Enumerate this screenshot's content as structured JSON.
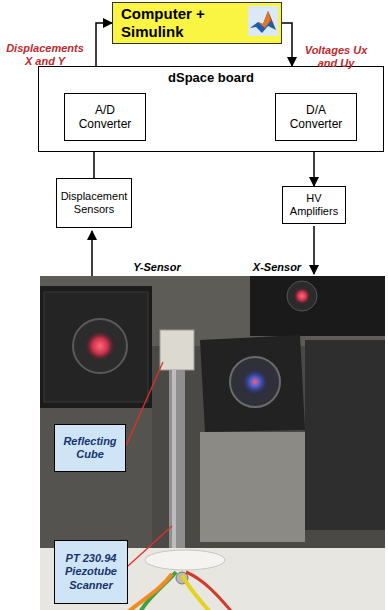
{
  "diagram": {
    "nodes": [
      {
        "text": [
          "Computer + Simulink"
        ]
      },
      {
        "text": [
          "dSpace board"
        ]
      },
      {
        "text": [
          "A/D Converter"
        ],
        "in": 1
      },
      {
        "text": [
          "D/A Converter"
        ],
        "in": 1
      },
      {
        "text": [
          "Displacement Sensors"
        ]
      },
      {
        "text": [
          "HV Amplifiers"
        ]
      },
      {
        "text": [
          "Reflecting Cube"
        ]
      },
      {
        "text": [
          "PT 230.94 Piezotube Scanner"
        ]
      }
    ],
    "edges": [
      {
        "from": 1,
        "to": 0,
        "arrow": "to"
      },
      {
        "from": 0,
        "to": 1,
        "arrow": "to"
      },
      {
        "from": 4,
        "to": 2,
        "arrow": "to"
      },
      {
        "from": 3,
        "to": 5,
        "arrow": "to"
      }
    ],
    "labels": [
      "Displacements X and Y",
      "Voltages Ux and Uy",
      "Y-Sensor",
      "X-Sensor"
    ]
  }
}
